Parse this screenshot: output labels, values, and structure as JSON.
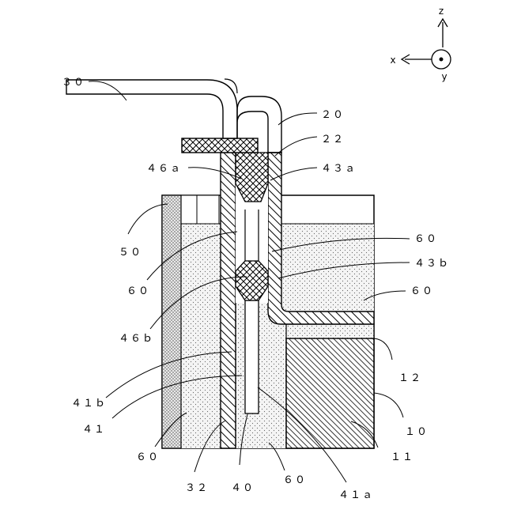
{
  "axes": {
    "z": "z",
    "x": "x",
    "y": "y"
  },
  "labels": {
    "l30": "３０",
    "l20": "２０",
    "l22": "２２",
    "l46a": "４６ａ",
    "l43a": "４３ａ",
    "l50": "５０",
    "l60_upper": "６０",
    "l60_left_mid": "６０",
    "l43b": "４３ｂ",
    "l60_right": "６０",
    "l46b": "４６ｂ",
    "l12": "１２",
    "l41b": "４１ｂ",
    "l41": "４１",
    "l10": "１０",
    "l60_bottom_left": "６０",
    "l11": "１１",
    "l32": "３２",
    "l40": "４０",
    "l60_bottom_mid": "６０",
    "l41a": "４１ａ"
  }
}
